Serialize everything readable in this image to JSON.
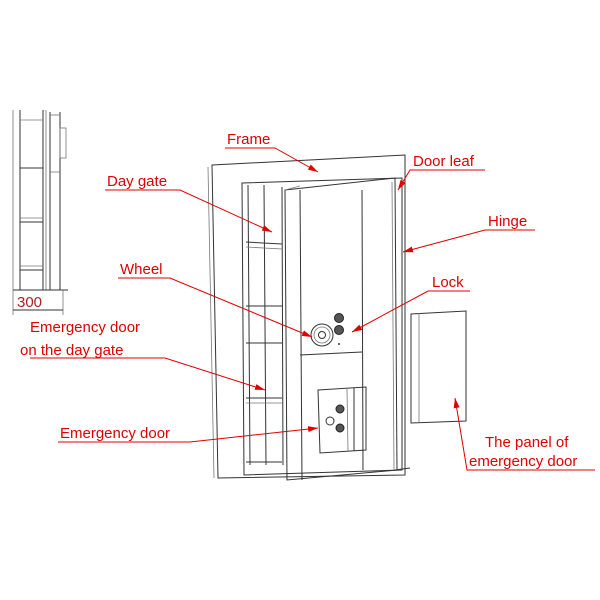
{
  "diagram": {
    "labels": {
      "frame": "Frame",
      "door_leaf": "Door leaf",
      "day_gate": "Day gate",
      "hinge": "Hinge",
      "wheel": "Wheel",
      "lock": "Lock",
      "emergency_door_day_gate_line1": "Emergency door",
      "emergency_door_day_gate_line2": "on the day gate",
      "emergency_door": "Emergency door",
      "panel_line1": "The panel of",
      "panel_line2": "emergency door"
    },
    "side_view_dimension": "300",
    "accent_color": "#e00000"
  }
}
